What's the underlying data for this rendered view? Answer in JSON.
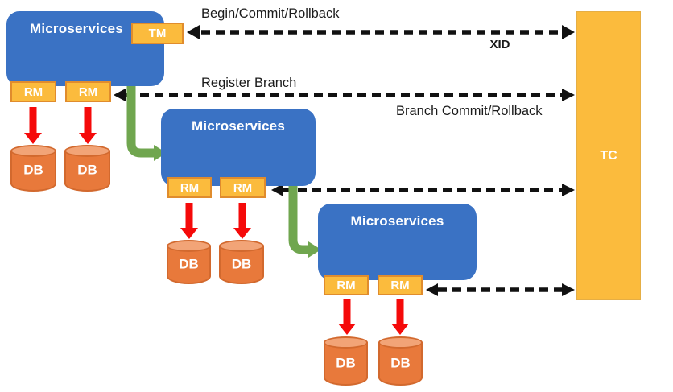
{
  "messages": {
    "begin_commit_rollback": "Begin/Commit/Rollback",
    "xid": "XID",
    "register_branch": "Register Branch",
    "branch_commit_rollback": "Branch Commit/Rollback"
  },
  "services": [
    {
      "label": "Microservices",
      "tm": "TM",
      "rms": [
        "RM",
        "RM"
      ],
      "dbs": [
        "DB",
        "DB"
      ]
    },
    {
      "label": "Microservices",
      "rms": [
        "RM",
        "RM"
      ],
      "dbs": [
        "DB",
        "DB"
      ]
    },
    {
      "label": "Microservices",
      "rms": [
        "RM",
        "RM"
      ],
      "dbs": [
        "DB",
        "DB"
      ]
    }
  ],
  "coordinator": {
    "label": "TC"
  },
  "colors": {
    "service_blue": "#3A72C4",
    "badge_gold": "#FBBB3D",
    "badge_border": "#E08C2D",
    "db_orange": "#E8793B",
    "db_top_orange": "#F2A477",
    "db_border": "#D2692E",
    "green_arrow": "#70A64F",
    "red_arrow": "#F50A0A",
    "dashed_arrow_black": "#111111"
  }
}
